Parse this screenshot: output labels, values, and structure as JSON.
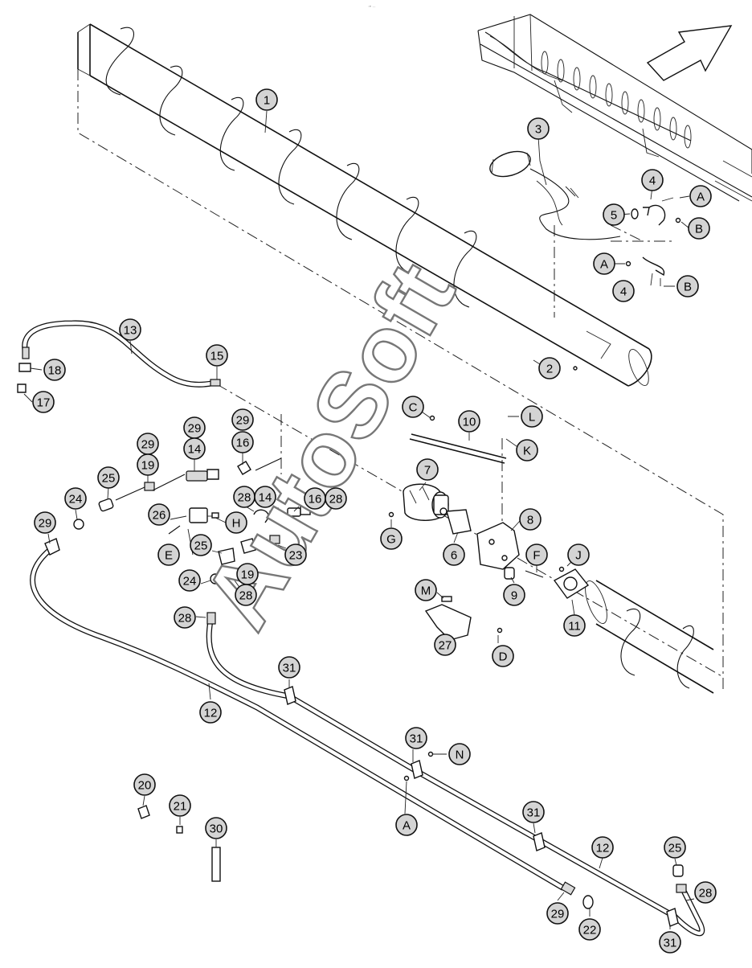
{
  "top_mark": "ˈ˚ ˑˑ",
  "watermark": "AutoSoft",
  "callouts": [
    {
      "label": "1"
    },
    {
      "label": "2"
    },
    {
      "label": "3"
    },
    {
      "label": "4"
    },
    {
      "label": "5"
    },
    {
      "label": "A"
    },
    {
      "label": "B"
    },
    {
      "label": "A"
    },
    {
      "label": "4"
    },
    {
      "label": "B"
    },
    {
      "label": "13"
    },
    {
      "label": "18"
    },
    {
      "label": "17"
    },
    {
      "label": "15"
    },
    {
      "label": "C"
    },
    {
      "label": "10"
    },
    {
      "label": "L"
    },
    {
      "label": "K"
    },
    {
      "label": "7"
    },
    {
      "label": "8"
    },
    {
      "label": "6"
    },
    {
      "label": "G"
    },
    {
      "label": "F"
    },
    {
      "label": "J"
    },
    {
      "label": "9"
    },
    {
      "label": "11"
    },
    {
      "label": "M"
    },
    {
      "label": "27"
    },
    {
      "label": "D"
    },
    {
      "label": "29"
    },
    {
      "label": "29"
    },
    {
      "label": "14"
    },
    {
      "label": "29"
    },
    {
      "label": "16"
    },
    {
      "label": "19"
    },
    {
      "label": "25"
    },
    {
      "label": "24"
    },
    {
      "label": "29"
    },
    {
      "label": "26"
    },
    {
      "label": "H"
    },
    {
      "label": "28"
    },
    {
      "label": "14"
    },
    {
      "label": "16"
    },
    {
      "label": "28"
    },
    {
      "label": "E"
    },
    {
      "label": "25"
    },
    {
      "label": "23"
    },
    {
      "label": "19"
    },
    {
      "label": "24"
    },
    {
      "label": "28"
    },
    {
      "label": "28"
    },
    {
      "label": "12"
    },
    {
      "label": "31"
    },
    {
      "label": "31"
    },
    {
      "label": "N"
    },
    {
      "label": "A"
    },
    {
      "label": "20"
    },
    {
      "label": "21"
    },
    {
      "label": "30"
    },
    {
      "label": "31"
    },
    {
      "label": "12"
    },
    {
      "label": "25"
    },
    {
      "label": "28"
    },
    {
      "label": "29"
    },
    {
      "label": "22"
    },
    {
      "label": "31"
    }
  ]
}
